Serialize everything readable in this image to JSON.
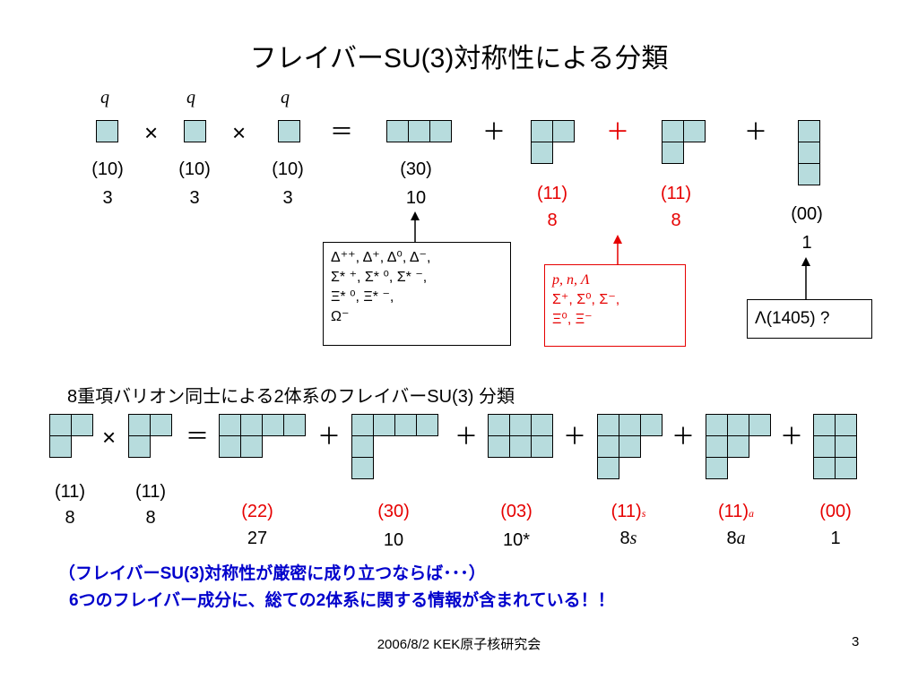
{
  "title": "フレイバーSU(3)対称性による分類",
  "row1": {
    "q_labels": [
      "q",
      "q",
      "q"
    ],
    "times": "×",
    "equals": "＝",
    "plus": "＋",
    "labels": [
      {
        "rep": "(10)",
        "dim": "3"
      },
      {
        "rep": "(10)",
        "dim": "3"
      },
      {
        "rep": "(10)",
        "dim": "3"
      },
      {
        "rep": "(30)",
        "dim": "10"
      },
      {
        "rep": "(11)",
        "dim": "8"
      },
      {
        "rep": "(11)",
        "dim": "8"
      },
      {
        "rep": "(00)",
        "dim": "1"
      }
    ],
    "decuplet_box": {
      "line1": "Δ⁺⁺, Δ⁺, Δ⁰, Δ⁻,",
      "line2": "Σ* ⁺, Σ* ⁰, Σ* ⁻,",
      "line3": "Ξ* ⁰, Ξ* ⁻,",
      "line4": "Ω⁻"
    },
    "octet_box": {
      "line1": "p, n, Λ",
      "line2": "Σ⁺, Σ⁰, Σ⁻,",
      "line3": "Ξ⁰, Ξ⁻"
    },
    "singlet_box": "Λ(1405) ?"
  },
  "section2_title": "8重項バリオン同士による2体系のフレイバーSU(3) 分類",
  "row2": {
    "times": "×",
    "equals": "＝",
    "plus": "＋",
    "inputs": [
      {
        "rep": "(11)",
        "dim": "8"
      },
      {
        "rep": "(11)",
        "dim": "8"
      }
    ],
    "outputs": [
      {
        "rep": "(22)",
        "dim": "27",
        "sub": ""
      },
      {
        "rep": "(30)",
        "dim": "10",
        "sub": ""
      },
      {
        "rep": "(03)",
        "dim": "10*",
        "sub": ""
      },
      {
        "rep": "(11)",
        "dim": "8",
        "sub": "s"
      },
      {
        "rep": "(11)",
        "dim": "8",
        "sub": "a"
      },
      {
        "rep": "(00)",
        "dim": "1",
        "sub": ""
      }
    ]
  },
  "bottom_text": {
    "line1": "（フレイバーSU(3)対称性が厳密に成り立つならば･･･）",
    "line2": "6つのフレイバー成分に、総ての2体系に関する情報が含まれている！！"
  },
  "footer": {
    "date": "2006/8/2  KEK原子核研究会",
    "page": "3"
  },
  "colors": {
    "cell_fill": "#b7dcdd",
    "red": "#e60000",
    "blue": "#0000cc"
  }
}
